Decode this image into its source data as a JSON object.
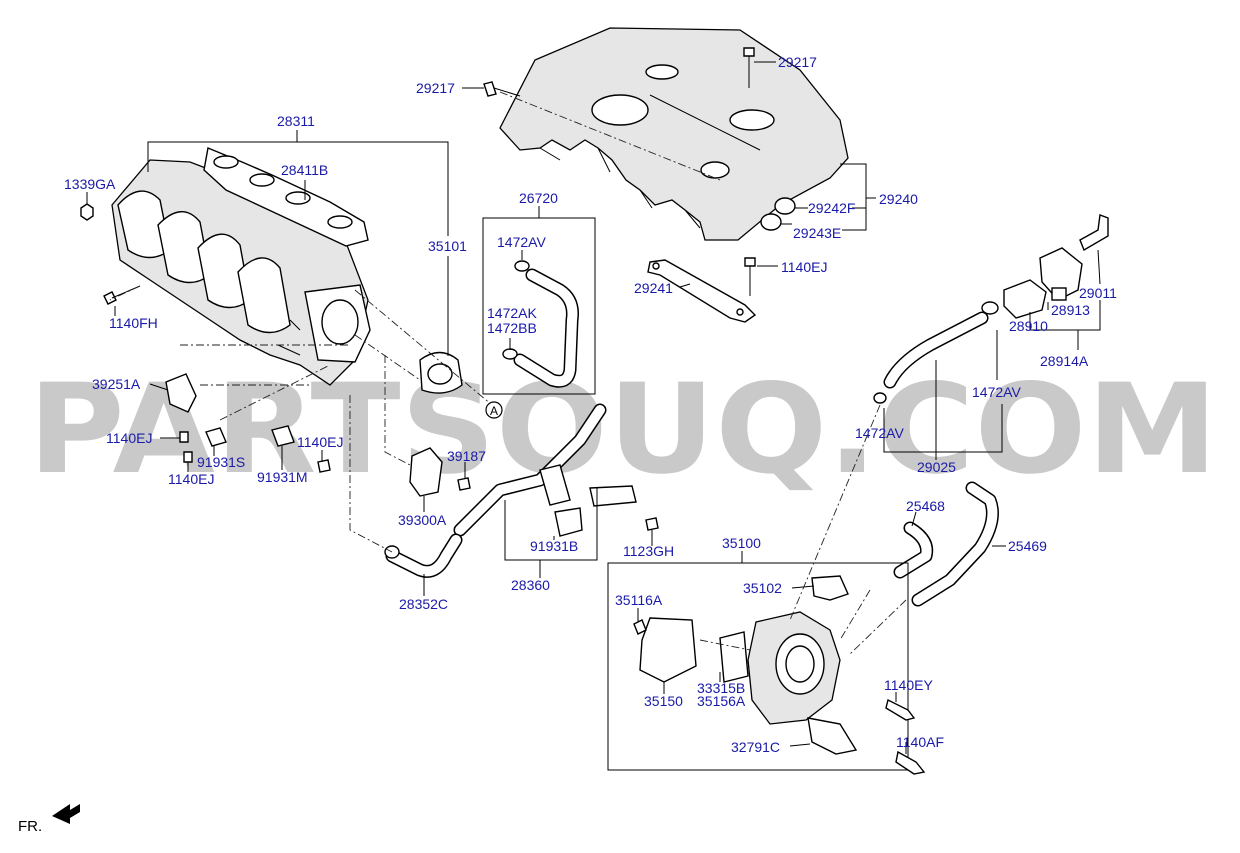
{
  "watermark": "PARTSOUQ.COM",
  "direction_label": "FR.",
  "callout_marker": "A",
  "parts": [
    {
      "key": "29217_a",
      "label": "29217"
    },
    {
      "key": "29217_b",
      "label": "29217"
    },
    {
      "key": "28311",
      "label": "28311"
    },
    {
      "key": "28411B",
      "label": "28411B"
    },
    {
      "key": "1339GA",
      "label": "1339GA"
    },
    {
      "key": "26720",
      "label": "26720"
    },
    {
      "key": "35101",
      "label": "35101"
    },
    {
      "key": "1472AV_a",
      "label": "1472AV"
    },
    {
      "key": "1472AK",
      "label": "1472AK"
    },
    {
      "key": "1472BB",
      "label": "1472BB"
    },
    {
      "key": "29242F",
      "label": "29242F"
    },
    {
      "key": "29240",
      "label": "29240"
    },
    {
      "key": "29243E",
      "label": "29243E"
    },
    {
      "key": "1140EJ_a",
      "label": "1140EJ"
    },
    {
      "key": "29241",
      "label": "29241"
    },
    {
      "key": "29011",
      "label": "29011"
    },
    {
      "key": "28913",
      "label": "28913"
    },
    {
      "key": "28910",
      "label": "28910"
    },
    {
      "key": "28914A",
      "label": "28914A"
    },
    {
      "key": "1140FH",
      "label": "1140FH"
    },
    {
      "key": "39251A",
      "label": "39251A"
    },
    {
      "key": "1140EJ_b",
      "label": "1140EJ"
    },
    {
      "key": "91931S",
      "label": "91931S"
    },
    {
      "key": "1140EJ_c",
      "label": "1140EJ"
    },
    {
      "key": "1140EJ_d",
      "label": "1140EJ"
    },
    {
      "key": "91931M",
      "label": "91931M"
    },
    {
      "key": "39187",
      "label": "39187"
    },
    {
      "key": "39300A",
      "label": "39300A"
    },
    {
      "key": "1472AV_b",
      "label": "1472AV"
    },
    {
      "key": "1472AV_c",
      "label": "1472AV"
    },
    {
      "key": "29025",
      "label": "29025"
    },
    {
      "key": "91931B",
      "label": "91931B"
    },
    {
      "key": "1123GH",
      "label": "1123GH"
    },
    {
      "key": "28360",
      "label": "28360"
    },
    {
      "key": "28352C",
      "label": "28352C"
    },
    {
      "key": "35100",
      "label": "35100"
    },
    {
      "key": "25468",
      "label": "25468"
    },
    {
      "key": "25469",
      "label": "25469"
    },
    {
      "key": "35102",
      "label": "35102"
    },
    {
      "key": "35116A",
      "label": "35116A"
    },
    {
      "key": "33315B",
      "label": "33315B"
    },
    {
      "key": "35156A",
      "label": "35156A"
    },
    {
      "key": "35150",
      "label": "35150"
    },
    {
      "key": "1140EY",
      "label": "1140EY"
    },
    {
      "key": "1140AF",
      "label": "1140AF"
    },
    {
      "key": "32791C",
      "label": "32791C"
    }
  ]
}
